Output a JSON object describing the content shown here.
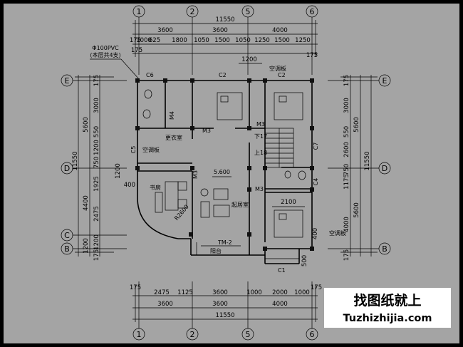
{
  "grid_axes": {
    "numbers": [
      "1",
      "2",
      "5",
      "6"
    ],
    "letters_left": [
      "E",
      "D",
      "C",
      "B"
    ],
    "letters_right": [
      "E",
      "D",
      "B"
    ]
  },
  "top_dims": {
    "total": "11550",
    "bays": [
      "3600",
      "3600",
      "4000"
    ],
    "details": [
      "175",
      "1000",
      "625",
      "1800",
      "1050",
      "1500",
      "1050",
      "1250",
      "1500",
      "1250",
      "175"
    ],
    "small": [
      "175",
      "175"
    ],
    "sub": "1200"
  },
  "bottom_dims": {
    "details": [
      "175",
      "2475",
      "1125",
      "3600",
      "1000",
      "2000",
      "1000",
      "175"
    ],
    "bays": [
      "3600",
      "3600",
      "4000"
    ],
    "total": "11550"
  },
  "left_dims": {
    "total": "11550",
    "outer": [
      "5600",
      "4400",
      "1200"
    ],
    "inner": [
      "175",
      "3000",
      "550",
      "1200",
      "750",
      "1925",
      "2475",
      "1200",
      "175"
    ],
    "extra": [
      "1200",
      "400"
    ]
  },
  "right_dims": {
    "total": "11550",
    "outer": [
      "5600",
      "5600"
    ],
    "inner": [
      "175",
      "3000",
      "550",
      "2600",
      "750",
      "1175",
      "4000",
      "175"
    ],
    "extra": [
      "400"
    ]
  },
  "plan_labels": {
    "pipe_note_1": "Φ100PVC",
    "pipe_note_2": "(本层共4支)",
    "window_c6": "C6",
    "window_c2a": "C2",
    "window_c2b": "C2",
    "window_c7": "C7",
    "window_c5": "C5",
    "window_c4": "C4",
    "window_c1": "C1",
    "ac_board_1": "空调板",
    "ac_board_2": "空调板",
    "ac_board_3": "空调板",
    "door_m4": "M4",
    "door_m3a": "M3",
    "door_m3b": "M3",
    "door_m3c": "M3",
    "door_m3d": "M3",
    "cloakroom": "更衣室",
    "study": "书房",
    "bedroom": "起居室",
    "level": "5.600",
    "stair_down": "下17",
    "stair_up": "上18",
    "radius": "R2600",
    "tm2": "TM-2",
    "balcony": "阳台",
    "dim_2100": "2100",
    "dim_500": "500"
  },
  "watermark": {
    "cn": "找图纸就上",
    "url": "Tuzhizhijia.com"
  }
}
